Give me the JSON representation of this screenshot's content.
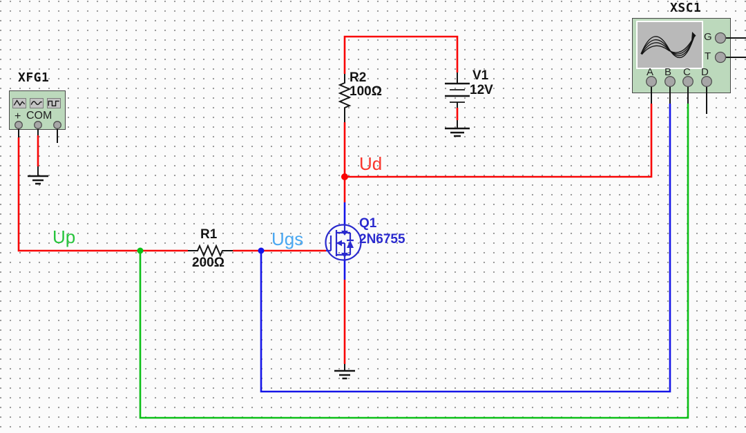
{
  "colors": {
    "wire_red": "#f90505",
    "wire_blue": "#1414e8",
    "wire_green": "#0bbf16",
    "mosfet_blue": "#2a2ace",
    "net_ud": "#fa352c",
    "net_up": "#27c43c",
    "net_ugs": "#4aa8f2",
    "instrument_fill": "#bcd9bc",
    "instrument_border": "#454545",
    "screen_fill": "#b9b9b9",
    "terminal_fill": "#a6a6a6",
    "text_black": "#141414"
  },
  "instruments": {
    "xfg1": {
      "label": "XFG1",
      "terminals": {
        "plus": "+",
        "com": "COM"
      },
      "buttons": [
        "triangle-wave",
        "sine-wave",
        "square-wave"
      ]
    },
    "xsc1": {
      "label": "XSC1",
      "terminals": {
        "a": "A",
        "b": "B",
        "c": "C",
        "d": "D",
        "g": "G",
        "t": "T"
      }
    }
  },
  "components": {
    "r1": {
      "ref": "R1",
      "value": "200Ω"
    },
    "r2": {
      "ref": "R2",
      "value": "100Ω"
    },
    "v1": {
      "ref": "V1",
      "value": "12V"
    },
    "q1": {
      "ref": "Q1",
      "value": "2N6755"
    }
  },
  "net_labels": {
    "ud": {
      "text": "Ud"
    },
    "up": {
      "text": "Up"
    },
    "ugs": {
      "text": "Ugs"
    }
  }
}
